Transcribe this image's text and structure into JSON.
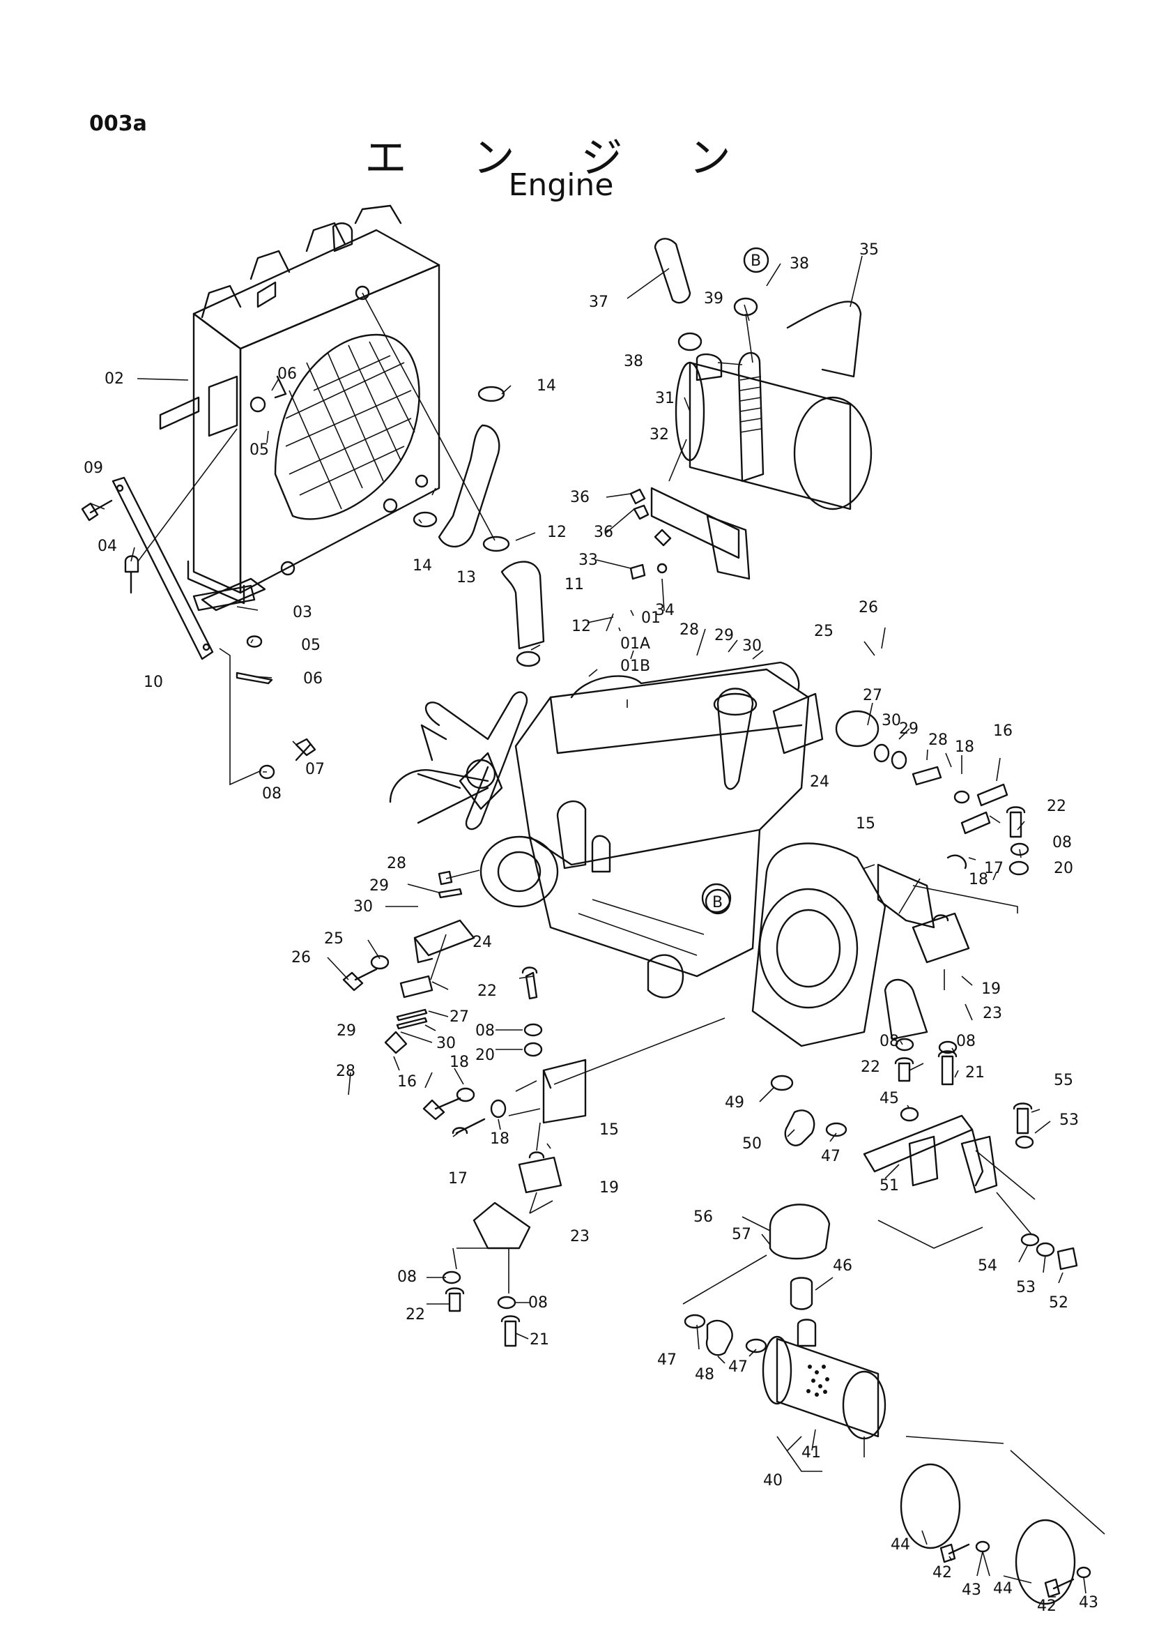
{
  "page_code": "003a",
  "title_jp": "エ ン ジ ン",
  "title_en": "Engine",
  "ref_marker": "B",
  "labels": [
    {
      "id": "02",
      "text": "02"
    },
    {
      "id": "06a",
      "text": "06"
    },
    {
      "id": "05a",
      "text": "05"
    },
    {
      "id": "09",
      "text": "09"
    },
    {
      "id": "04",
      "text": "04"
    },
    {
      "id": "03",
      "text": "03"
    },
    {
      "id": "05b",
      "text": "05"
    },
    {
      "id": "10",
      "text": "10"
    },
    {
      "id": "06b",
      "text": "06"
    },
    {
      "id": "07",
      "text": "07"
    },
    {
      "id": "08a",
      "text": "08"
    },
    {
      "id": "14a",
      "text": "14"
    },
    {
      "id": "14b",
      "text": "14"
    },
    {
      "id": "13",
      "text": "13"
    },
    {
      "id": "12a",
      "text": "12"
    },
    {
      "id": "11",
      "text": "11"
    },
    {
      "id": "12b",
      "text": "12"
    },
    {
      "id": "37",
      "text": "37"
    },
    {
      "id": "39",
      "text": "39"
    },
    {
      "id": "38a",
      "text": "38"
    },
    {
      "id": "35",
      "text": "35"
    },
    {
      "id": "38b",
      "text": "38"
    },
    {
      "id": "31",
      "text": "31"
    },
    {
      "id": "32",
      "text": "32"
    },
    {
      "id": "36a",
      "text": "36"
    },
    {
      "id": "36b",
      "text": "36"
    },
    {
      "id": "33",
      "text": "33"
    },
    {
      "id": "34",
      "text": "34"
    },
    {
      "id": "01",
      "text": "01"
    },
    {
      "id": "01A",
      "text": "01A"
    },
    {
      "id": "01B",
      "text": "01B"
    },
    {
      "id": "28a",
      "text": "28"
    },
    {
      "id": "29a",
      "text": "29"
    },
    {
      "id": "30a",
      "text": "30"
    },
    {
      "id": "25a",
      "text": "25"
    },
    {
      "id": "26a",
      "text": "26"
    },
    {
      "id": "27a",
      "text": "27"
    },
    {
      "id": "30b",
      "text": "30"
    },
    {
      "id": "29b",
      "text": "29"
    },
    {
      "id": "28b",
      "text": "28"
    },
    {
      "id": "24a",
      "text": "24"
    },
    {
      "id": "18a",
      "text": "18"
    },
    {
      "id": "16a",
      "text": "16"
    },
    {
      "id": "22a",
      "text": "22"
    },
    {
      "id": "08b",
      "text": "08"
    },
    {
      "id": "20a",
      "text": "20"
    },
    {
      "id": "17a",
      "text": "17"
    },
    {
      "id": "18b",
      "text": "18"
    },
    {
      "id": "15a",
      "text": "15"
    },
    {
      "id": "19a",
      "text": "19"
    },
    {
      "id": "23a",
      "text": "23"
    },
    {
      "id": "08c",
      "text": "08"
    },
    {
      "id": "08d",
      "text": "08"
    },
    {
      "id": "22b",
      "text": "22"
    },
    {
      "id": "21a",
      "text": "21"
    },
    {
      "id": "28c",
      "text": "28"
    },
    {
      "id": "29c",
      "text": "29"
    },
    {
      "id": "30c",
      "text": "30"
    },
    {
      "id": "25b",
      "text": "25"
    },
    {
      "id": "24b",
      "text": "24"
    },
    {
      "id": "26b",
      "text": "26"
    },
    {
      "id": "27b",
      "text": "27"
    },
    {
      "id": "29d",
      "text": "29"
    },
    {
      "id": "30d",
      "text": "30"
    },
    {
      "id": "28d",
      "text": "28"
    },
    {
      "id": "22c",
      "text": "22"
    },
    {
      "id": "08e",
      "text": "08"
    },
    {
      "id": "20b",
      "text": "20"
    },
    {
      "id": "16b",
      "text": "16"
    },
    {
      "id": "18c",
      "text": "18"
    },
    {
      "id": "18d",
      "text": "18"
    },
    {
      "id": "17b",
      "text": "17"
    },
    {
      "id": "15b",
      "text": "15"
    },
    {
      "id": "19b",
      "text": "19"
    },
    {
      "id": "23b",
      "text": "23"
    },
    {
      "id": "08f",
      "text": "08"
    },
    {
      "id": "22d",
      "text": "22"
    },
    {
      "id": "08g",
      "text": "08"
    },
    {
      "id": "21b",
      "text": "21"
    },
    {
      "id": "49",
      "text": "49"
    },
    {
      "id": "45",
      "text": "45"
    },
    {
      "id": "50",
      "text": "50"
    },
    {
      "id": "47a",
      "text": "47"
    },
    {
      "id": "51",
      "text": "51"
    },
    {
      "id": "55",
      "text": "55"
    },
    {
      "id": "53a",
      "text": "53"
    },
    {
      "id": "56",
      "text": "56"
    },
    {
      "id": "57",
      "text": "57"
    },
    {
      "id": "46",
      "text": "46"
    },
    {
      "id": "54",
      "text": "54"
    },
    {
      "id": "53b",
      "text": "53"
    },
    {
      "id": "52",
      "text": "52"
    },
    {
      "id": "47b",
      "text": "47"
    },
    {
      "id": "48",
      "text": "48"
    },
    {
      "id": "47c",
      "text": "47"
    },
    {
      "id": "41",
      "text": "41"
    },
    {
      "id": "40",
      "text": "40"
    },
    {
      "id": "44a",
      "text": "44"
    },
    {
      "id": "42a",
      "text": "42"
    },
    {
      "id": "43a",
      "text": "43"
    },
    {
      "id": "44b",
      "text": "44"
    },
    {
      "id": "42b",
      "text": "42"
    },
    {
      "id": "43b",
      "text": "43"
    }
  ]
}
